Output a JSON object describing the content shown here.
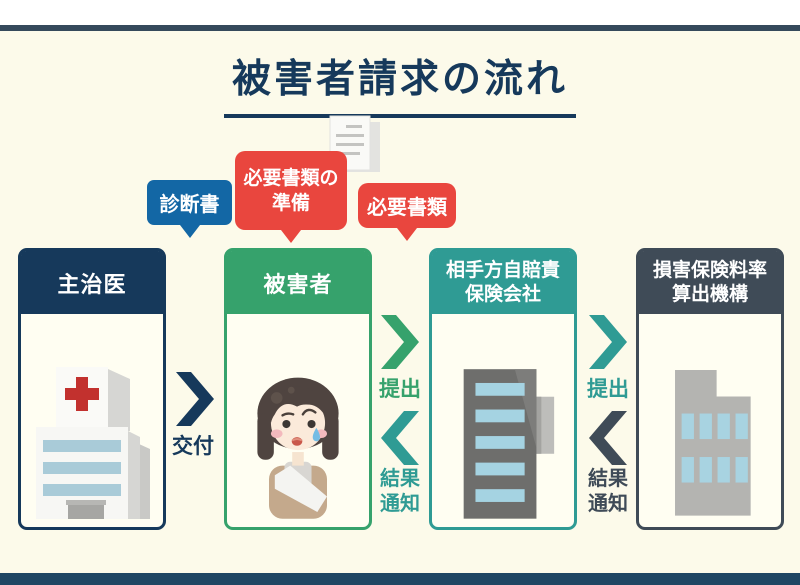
{
  "title": {
    "text": "被害者請求の流れ"
  },
  "bubbles": {
    "diagnosis": {
      "label": "診断書"
    },
    "preparation": {
      "line1": "必要書類の",
      "line2": "準備"
    },
    "documents": {
      "label": "必要書類"
    }
  },
  "cards": {
    "doctor": {
      "title": "主治医"
    },
    "victim": {
      "title": "被害者"
    },
    "insurer": {
      "line1": "相手方自賠責",
      "line2": "保険会社"
    },
    "rating_org": {
      "line1": "損害保険料率",
      "line2": "算出機構"
    }
  },
  "flows": {
    "grant": {
      "label": "交付"
    },
    "submit1": {
      "label": "提出"
    },
    "result1": {
      "line1": "結果",
      "line2": "通知"
    },
    "submit2": {
      "label": "提出"
    },
    "result2": {
      "line1": "結果",
      "line2": "通知"
    }
  },
  "icons": {
    "documents": "documents-icon",
    "hospital": "hospital-icon",
    "victim": "injured-woman-icon",
    "insurer": "office-building-icon",
    "rating_org": "institution-building-icon",
    "arrow_right": "chevron-right-icon",
    "arrow_left": "chevron-left-icon"
  },
  "colors": {
    "navy": "#16395B",
    "green": "#36A26C",
    "teal": "#2F9B94",
    "slate": "#3F4B57",
    "red": "#E9463E",
    "blue": "#1367A5",
    "cream": "#FCFAEA",
    "card_bg": "#FFFEF2",
    "top_bar": "#35495B",
    "bottom_bar": "#1F4663"
  }
}
